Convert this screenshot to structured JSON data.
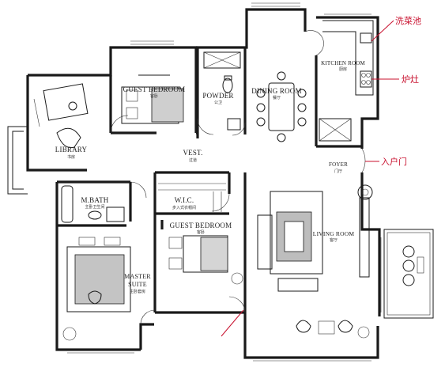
{
  "rooms": {
    "library": {
      "en": "LIBRARY",
      "cn": "书房"
    },
    "guest_bedroom_top": {
      "en": "GUEST BEDROOM",
      "cn": "客卧"
    },
    "powder": {
      "en": "POWDER",
      "cn": "公卫"
    },
    "dining_room": {
      "en": "DINING ROOM",
      "cn": "餐厅"
    },
    "kitchen_room": {
      "en": "KITCHEN ROOM",
      "cn": "厨房"
    },
    "vest": {
      "en": "VEST.",
      "cn": "过道"
    },
    "foyer": {
      "en": "FOYER",
      "cn": "门厅"
    },
    "m_bath": {
      "en": "M.BATH",
      "cn": "主卧卫生间"
    },
    "wic": {
      "en": "W.I.C.",
      "cn": "步入式衣帽间"
    },
    "guest_bedroom_mid": {
      "en": "GUEST BEDROOM",
      "cn": "客卧"
    },
    "living_room": {
      "en": "LIVING ROOM",
      "cn": "客厅"
    },
    "master_suite_1": {
      "en": "MASTER",
      "cn": ""
    },
    "master_suite_2": {
      "en": "SUITE",
      "cn": "主卧套房"
    }
  },
  "annotations": {
    "sink": "洗菜池",
    "stove": "炉灶",
    "entry_door": "入户门"
  },
  "colors": {
    "wall": "#1a1a1a",
    "annotation": "#c8102e",
    "background": "#ffffff"
  }
}
